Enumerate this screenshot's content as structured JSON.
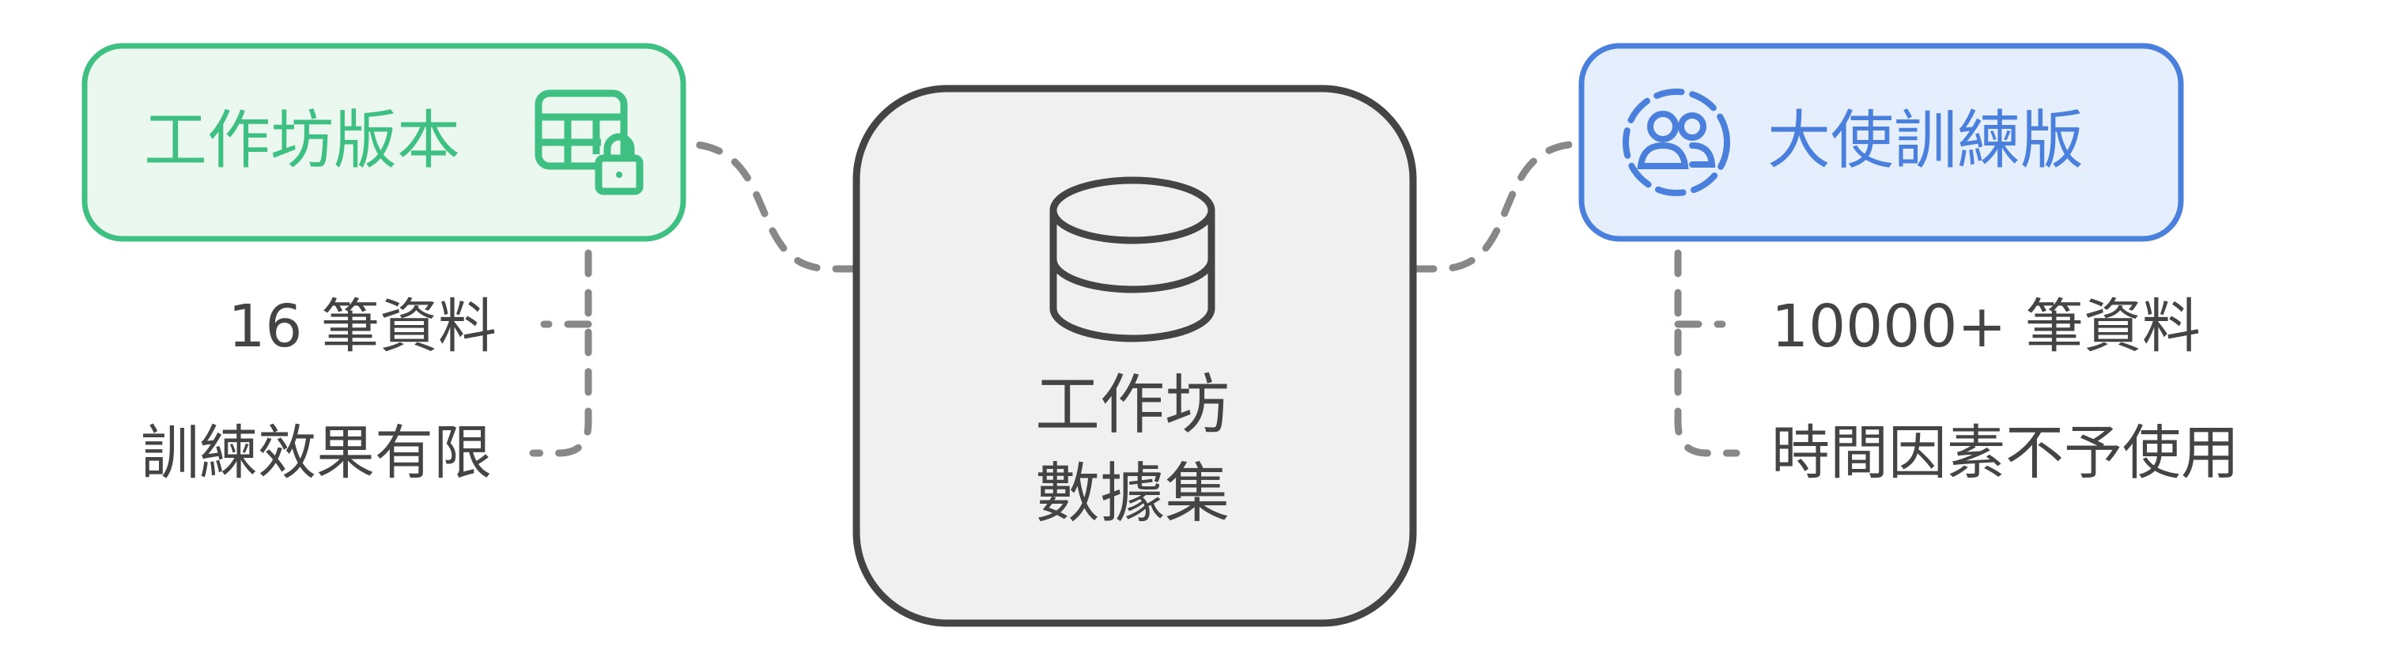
{
  "center": {
    "line1": "工作坊",
    "line2": "數據集",
    "icon": "database-icon"
  },
  "left": {
    "title": "工作坊版本",
    "icon": "spreadsheet-lock-icon",
    "bullets": [
      "16 筆資料",
      "訓練效果有限"
    ]
  },
  "right": {
    "title": "大使訓練版",
    "icon": "user-group-icon",
    "bullets": [
      "10000+ 筆資料",
      "時間因素不予使用"
    ]
  },
  "colors": {
    "green": "#3fc082",
    "green_fill": "#eaf8ef",
    "blue": "#4a80dc",
    "blue_fill": "#e4eefc",
    "gray": "#444444",
    "gray_fill": "#f0f0f0",
    "connector": "#888888",
    "text": "#444444"
  }
}
